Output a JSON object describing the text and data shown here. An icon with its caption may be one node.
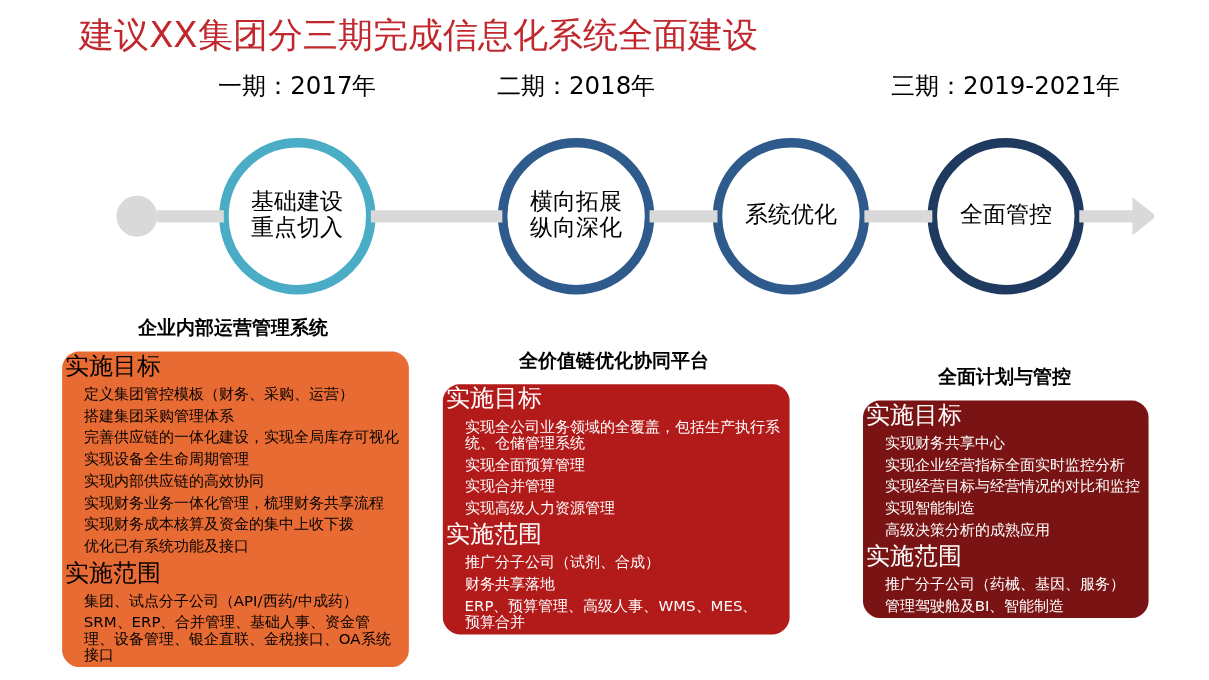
{
  "diagram": {
    "title": "建议XX集团分三期完成信息化系统全面建设",
    "nodes": [
      {
        "text": [],
        "shape": "circle"
      },
      {
        "text": [
          "基础建设重点切入"
        ]
      },
      {
        "text": [
          "横向拓展纵向深化"
        ]
      },
      {
        "text": [
          "系统优化"
        ]
      },
      {
        "text": [
          "全面管控"
        ]
      },
      {
        "text": [
          "企业内部运营管理系统",
          "实施目标",
          "定义集团管控模板（财务、采购、运营）",
          "搭建集团采购管理体系",
          "完善供应链的一体化建设，实现全局库存可视化",
          "实现设备全生命周期管理",
          "实现内部供应链的高效协同",
          "实现财务业务一体化管理，梳理财务共享流程",
          "实现财务成本核算及资金的集中上收下拨",
          "优化已有系统功能及接口",
          "实施范围",
          "集团、试点分子公司（API/西药/中成药）",
          "SRM、ERP、合并管理、基础人事、资金管理、设备管理、银企直联、金税接口、OA系统接口"
        ]
      },
      {
        "text": [
          "全价值链优化协同平台",
          "实施目标",
          "实现全公司业务领域的全覆盖，包括生产执行系统、仓储管理系统",
          "实现全面预算管理",
          "实现合并管理",
          "实现高级人力资源管理",
          "实施范围",
          "推广分子公司（试剂、合成）",
          "财务共享落地",
          "ERP、预算管理、高级人事、WMS、MES、预算合并"
        ]
      },
      {
        "text": [
          "全面计划与管控",
          "实施目标",
          "实现财务共享中心",
          "实现企业经营指标全面实时监控分析",
          "实现经营目标与经营情况的对比和监控",
          "实现智能制造",
          "高级决策分析的成熟应用",
          "实施范围",
          "推广分子公司（药械、基因、服务）",
          "管理驾驶舱及BI、智能制造"
        ]
      }
    ],
    "edges": [
      {
        "from": 0,
        "to": 1,
        "arrow": "none"
      },
      {
        "from": 1,
        "to": 2,
        "arrow": "none"
      },
      {
        "from": 2,
        "to": 3,
        "arrow": "none"
      },
      {
        "from": 3,
        "to": 4,
        "arrow": "none"
      },
      {
        "from": 4,
        "to": null,
        "arrow": "to"
      }
    ],
    "labels": [
      "一期：2017年",
      "二期：2018年",
      "三期：2019-2021年"
    ]
  }
}
